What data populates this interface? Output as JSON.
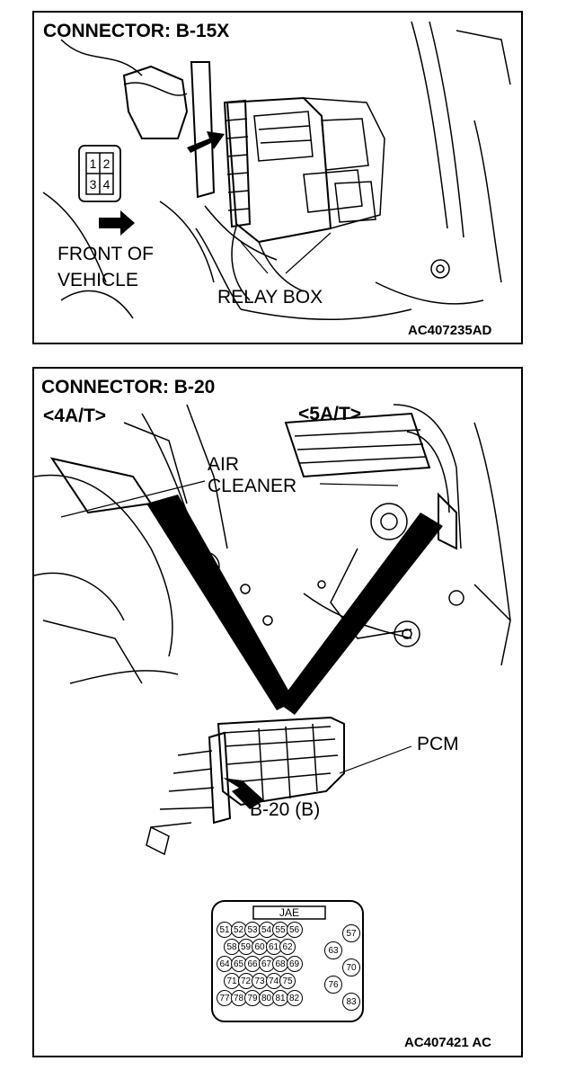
{
  "panel1": {
    "title": "CONNECTOR: B-15X",
    "connector_pins": [
      "1",
      "2",
      "3",
      "4"
    ],
    "front_label_line1": "FRONT OF",
    "front_label_line2": "VEHICLE",
    "relay_label": "RELAY BOX",
    "code": "AC407235AD"
  },
  "panel2": {
    "title": "CONNECTOR: B-20",
    "variant_left": "<4A/T>",
    "variant_right": "<5A/T>",
    "air_label_line1": "AIR",
    "air_label_line2": "CLEANER",
    "pcm_label": "PCM",
    "connector_label": "B-20 (B)",
    "face_header": "JAE",
    "face_pins": [
      "51",
      "52",
      "53",
      "54",
      "55",
      "56",
      "57",
      "58",
      "59",
      "60",
      "61",
      "62",
      "63",
      "64",
      "65",
      "66",
      "67",
      "68",
      "69",
      "70",
      "71",
      "72",
      "73",
      "74",
      "75",
      "76",
      "77",
      "78",
      "79",
      "80",
      "81",
      "82",
      "83"
    ],
    "code": "AC407421 AC"
  }
}
